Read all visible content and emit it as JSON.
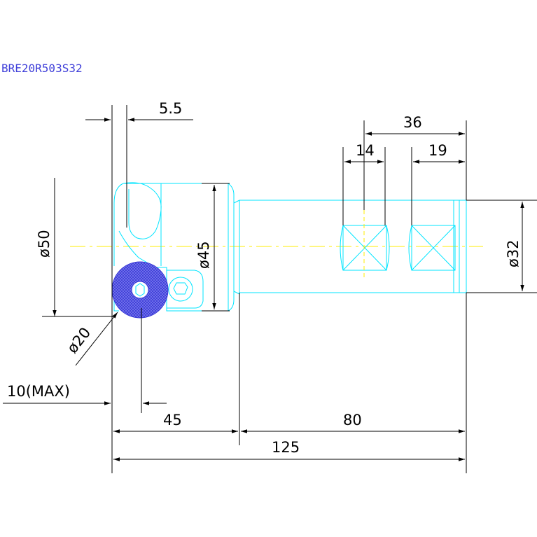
{
  "product_code": "BRE20R503S32",
  "colors": {
    "background": "#ffffff",
    "dimension_lines": "#000000",
    "part_outline": "#00e5ff",
    "center_line": "#ffee00",
    "insert_fill": "#3a3ad6",
    "code_text": "#3f3fd9"
  },
  "dimensions": {
    "chip_offset": "5.5",
    "neck_span": "36",
    "flat_a": "14",
    "flat_b": "19",
    "head_diameter": "ø50",
    "body_diameter": "ø45",
    "shank_diameter": "ø32",
    "insert_diameter": "ø20",
    "max_depth": "10(MAX)",
    "head_length": "45",
    "shank_length": "80",
    "overall_length": "125"
  }
}
